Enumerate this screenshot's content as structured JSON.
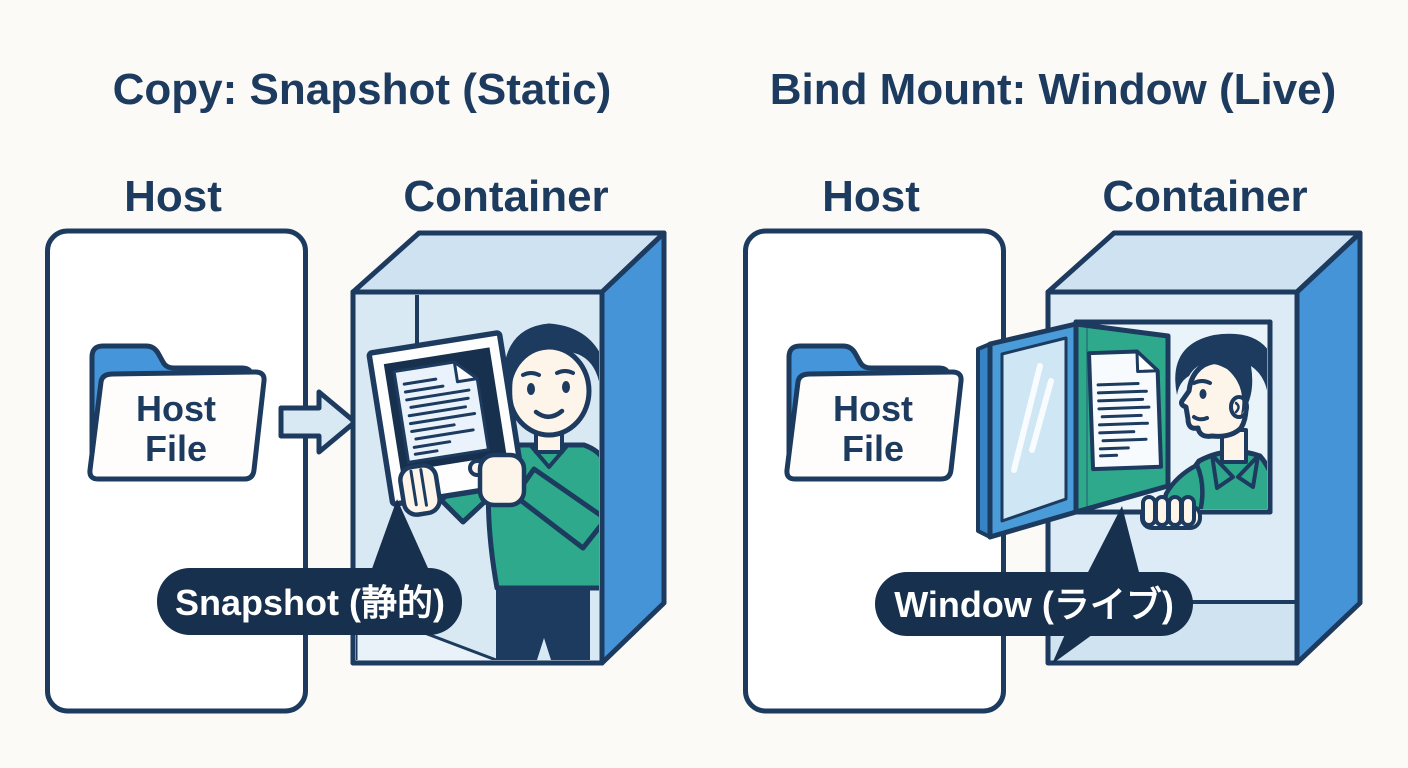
{
  "colors": {
    "background": "#fbfaf7",
    "ink": "#1d3a5f",
    "bubble_bg": "#16304d",
    "bubble_text": "#ffffff",
    "folder_blue": "#4495d9",
    "window_frame_blue": "#4a9cd9",
    "window_hinge_blue": "#3584c6",
    "box_front": "#d9e9f4",
    "box_front_right": "#dcebf6",
    "box_top": "#cfe2f1",
    "box_side": "#4594d8",
    "box_floor": "#e9f2f9",
    "box_floor_strip": "#cfe3f1",
    "teal": "#2ea98c",
    "skin": "#fdf4ea",
    "glass": "#cfe6f4",
    "arrow_fill": "#d9e9f4",
    "doc_bg": "#eaf3fb",
    "panel_bg": "#ffffff"
  },
  "left_panel": {
    "title": "Copy: Snapshot (Static)",
    "host_label": "Host",
    "container_label": "Container",
    "folder_label_line1": "Host",
    "folder_label_line2": "File",
    "speech_bubble": "Snapshot (静的)"
  },
  "right_panel": {
    "title": "Bind Mount: Window (Live)",
    "host_label": "Host",
    "container_label": "Container",
    "folder_label_line1": "Host",
    "folder_label_line2": "File",
    "speech_bubble": "Window (ライブ)"
  }
}
